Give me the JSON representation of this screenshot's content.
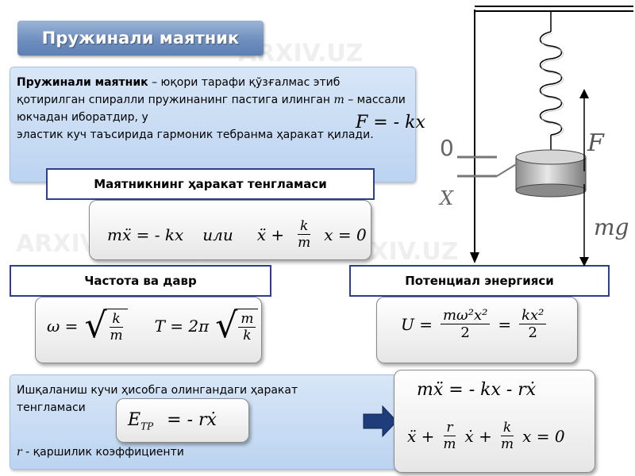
{
  "title": "Пружинали маятник",
  "definition": {
    "term": "Пружинали маятник",
    "text": " – юқори тарафи қўзғалмас этиб қотирилган спиралли пружинанинг пастига илинган ",
    "mass_symbol": "m",
    "text2": " – массали юкчадан иборатдир, у",
    "text3": " эластик куч таъсирида гармоник тебранма ҳаракат қилади.",
    "hooke": "F = - kx"
  },
  "sections": {
    "motion_equation": "Маятникнинг ҳаракат тенгламаси",
    "frequency_period": "Частота ва давр",
    "potential_energy": "Потенциал энергияси"
  },
  "equations": {
    "motion_lhs": "mẍ = - kx",
    "or_word": "или",
    "motion_rhs_start": "ẍ +",
    "k": "k",
    "m": "m",
    "x_eq_0": "x = 0",
    "omega": "ω =",
    "period": "T = 2π",
    "energy_U": "U =",
    "energy_num1": "mω²x²",
    "energy_den": "2",
    "energy_eq": "=",
    "energy_num2": "kx²",
    "damped_1": "mẍ = - kx - rẋ",
    "damped_2_start": "ẍ +",
    "r": "r",
    "damped_2_mid": "ẋ +",
    "friction": "E",
    "friction_sub": "TP",
    "friction_rhs": "= - rẋ"
  },
  "damping": {
    "line1": "Ишқаланиш кучи ҳисобга олингандаги ҳаракат",
    "line2": "тенгламаси",
    "r_symbol": "r",
    "line3": " - қаршилик коэффициенти"
  },
  "diagram": {
    "zero": "0",
    "x_label": "X",
    "force": "F",
    "weight": "mg"
  },
  "watermark": "ARXIV.UZ"
}
